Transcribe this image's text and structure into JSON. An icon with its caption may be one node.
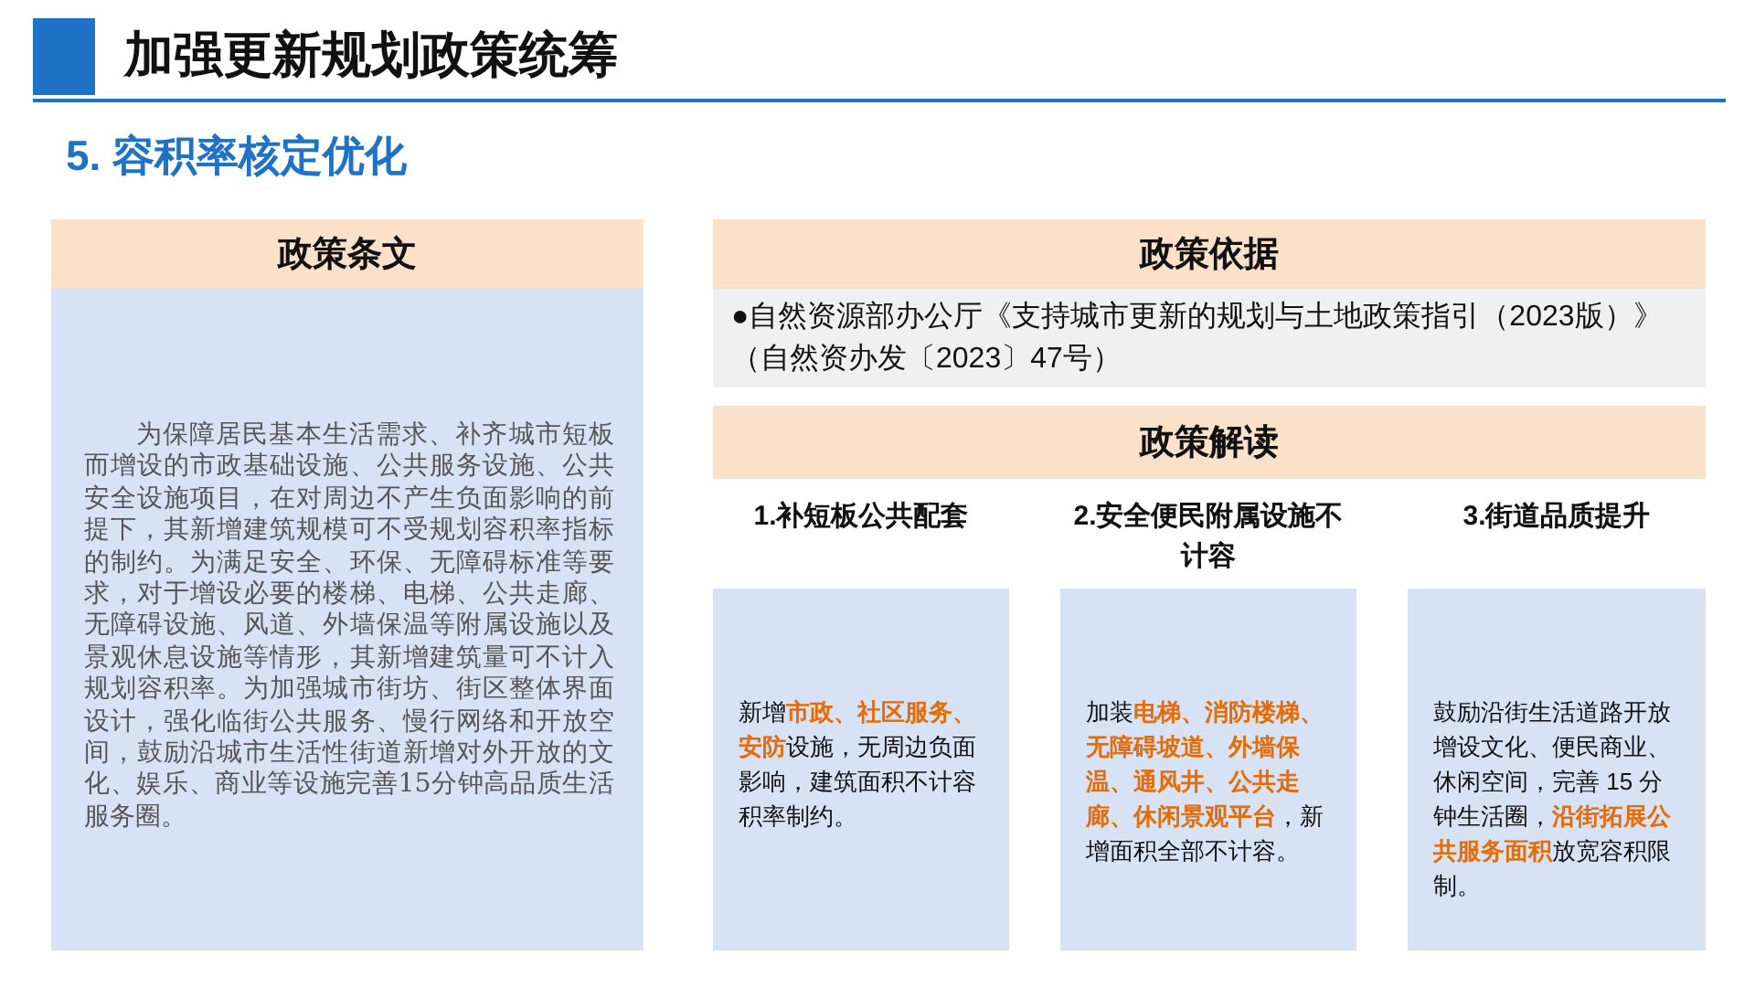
{
  "diagram": {
    "title": "加强更新规划政策统筹",
    "nodes": [
      {
        "text": [
          "政策条文",
          "为保障居民基本生活需求、补齐城市短板而增设的市政基础设施、公共服务设施、公共安全设施项目，在对周边不产生负面影响的前提下，其新增建筑规模可不受规划容积率指标的制约。为满足安全、环保、无障碍标准等要求，对于增设必要的楼梯、电梯、公共走廊、无障碍设施、风道、外墙保温等附属设施以及景观休息设施等情形，其新增建筑量可不计入规划容积率。为加强城市街坊、街区整体界面设计，强化临街公共服务、慢行网络和开放空间，鼓励沿城市生活性街道新增对外开放的文化、娱乐、商业等设施完善15分钟高品质生活服务圈。"
        ]
      },
      {
        "text": [
          "政策依据",
          "●自然资源部办公厅《支持城市更新的规划与土地政策指引（2023版）》（自然资办发〔2023〕47号）"
        ]
      },
      {
        "text": [
          "政策解读"
        ]
      },
      {
        "text": [
          "1.补短板公共配套",
          "新增**市政、社区服务、安防**设施，无周边负面影响，建筑面积不计容积率制约。"
        ]
      },
      {
        "text": [
          "2.安全便民附属设施不计容",
          "加装**电梯、消防楼梯、无障碍坡道、外墙保温、通风井、公共走廊、休闲景观平台**，新增面积全部不计容。"
        ]
      },
      {
        "text": [
          "3.街道品质提升",
          "鼓励沿街生活道路开放增设文化、便民商业、休闲空间，完善 15 分钟生活圈，**沿街拓展公共服务面积**放宽容积限制。"
        ]
      }
    ],
    "labels": [
      "5. 容积率核定优化"
    ]
  }
}
